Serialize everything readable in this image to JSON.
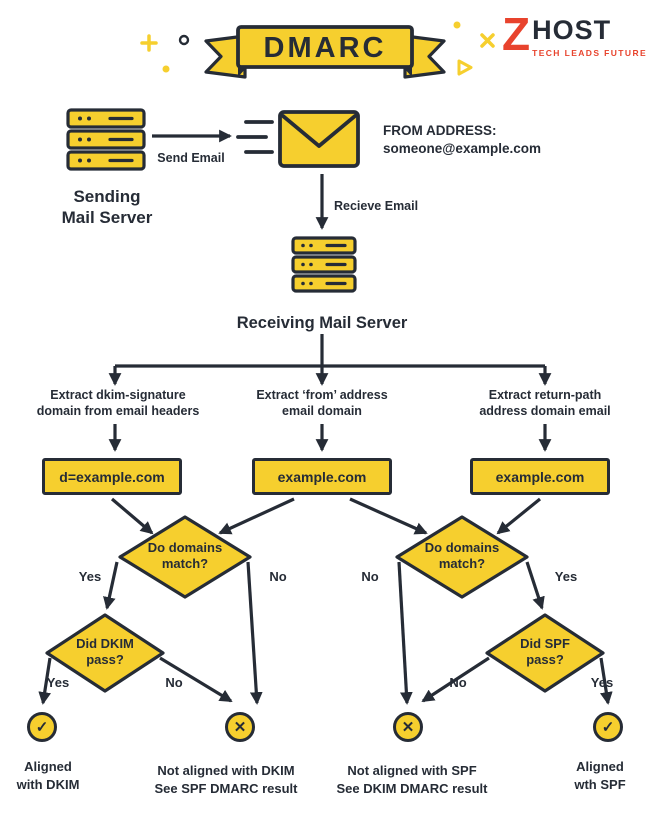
{
  "colors": {
    "yellow": "#F6CF2E",
    "dark": "#262C36",
    "red": "#E8432D",
    "background": "#FFFFFF"
  },
  "banner": {
    "title": "DMARC"
  },
  "logo": {
    "z": "Z",
    "host": "HOST",
    "tagline": "TECH LEADS FUTURE"
  },
  "flow_top": {
    "sending_server": [
      "Sending",
      "Mail Server"
    ],
    "send_email": "Send Email",
    "from_address_label": "FROM ADDRESS:",
    "from_address_value": "someone@example.com",
    "receive_email": "Recieve Email",
    "receiving_server": "Receiving Mail Server"
  },
  "columns": {
    "left": {
      "extract": [
        "Extract dkim-signature",
        "domain from email headers"
      ],
      "domain_box": "d=example.com"
    },
    "middle": {
      "extract": [
        "Extract ‘from’ address",
        "email domain"
      ],
      "domain_box": "example.com"
    },
    "right": {
      "extract": [
        "Extract return-path",
        "address domain email"
      ],
      "domain_box": "example.com"
    }
  },
  "dkim_branch": {
    "match_question": [
      "Do domains",
      "match?"
    ],
    "match_yes": "Yes",
    "match_no": "No",
    "pass_question": [
      "Did DKIM",
      "pass?"
    ],
    "pass_yes": "Yes",
    "pass_no": "No",
    "aligned": [
      "Aligned",
      "with DKIM"
    ],
    "not_aligned": [
      "Not aligned with DKIM",
      "See SPF DMARC result"
    ]
  },
  "spf_branch": {
    "match_question": [
      "Do domains",
      "match?"
    ],
    "match_no": "No",
    "match_yes": "Yes",
    "pass_question": [
      "Did SPF",
      "pass?"
    ],
    "pass_no": "No",
    "pass_yes": "Yes",
    "not_aligned": [
      "Not aligned with SPF",
      "See DKIM DMARC result"
    ],
    "aligned": [
      "Aligned",
      "wth SPF"
    ]
  },
  "icons": {
    "check": "✓",
    "cross": "✕"
  }
}
